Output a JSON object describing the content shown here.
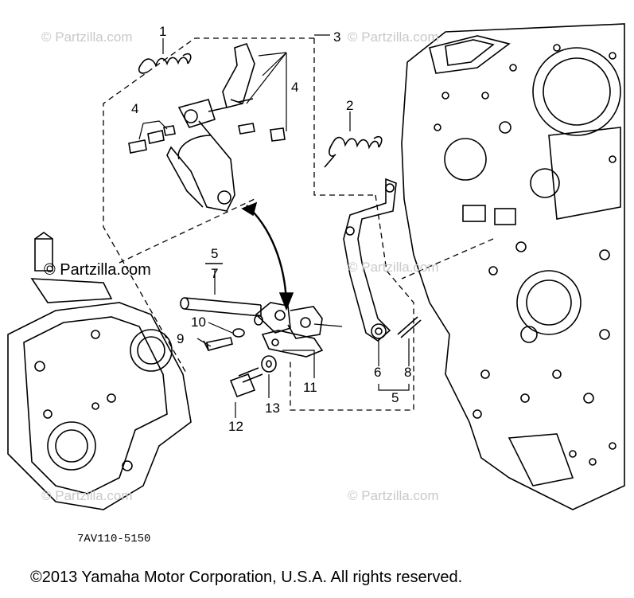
{
  "watermarks": {
    "main": "© Partzilla.com",
    "faint": "© Partzilla.com"
  },
  "callouts": {
    "c1": "1",
    "c2": "2",
    "c3": "3",
    "c4a": "4",
    "c4b": "4",
    "c5_top": "5",
    "c7": "7",
    "c5_bottom": "5",
    "c6": "6",
    "c8": "8",
    "c9": "9",
    "c10": "10",
    "c11": "11",
    "c12": "12",
    "c13": "13"
  },
  "diagram_code": "7AV110-5150",
  "copyright": "©2013  Yamaha Motor Corporation, U.S.A. All rights reserved.",
  "colors": {
    "line": "#000000",
    "watermark": "#c9c9c9",
    "background": "#ffffff"
  }
}
